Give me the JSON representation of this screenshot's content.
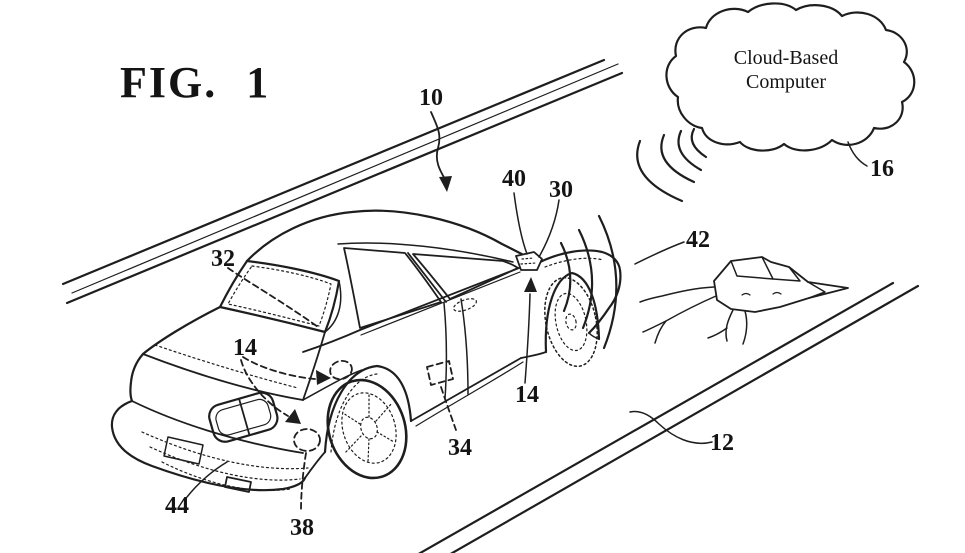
{
  "figure_title": "FIG. 1",
  "cloud": {
    "line1": "Cloud-Based",
    "line2": "Computer"
  },
  "labels": {
    "vehicle_10": "10",
    "roadway_12": "12",
    "sensor14_rear": "14",
    "sensor14_front": "14",
    "cloud_16": "16",
    "sensor_30": "30",
    "sensor_32": "32",
    "sensor_34": "34",
    "sensor_38": "38",
    "sensor_40": "40",
    "hazard_42": "42",
    "bumper_44": "44"
  },
  "colors": {
    "ink": "#1e1e1e",
    "background": "#ffffff"
  }
}
